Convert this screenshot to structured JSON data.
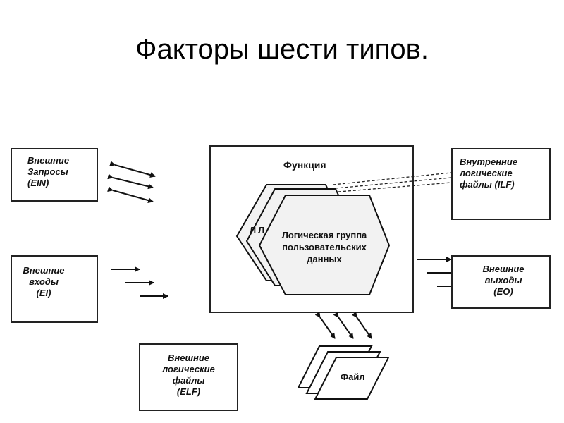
{
  "title": "Факторы шести типов.",
  "diagram": {
    "external_inquiries": "Внешние\nЗапросы\n(EIN)",
    "external_inputs": "Внешние\nвходы\n(EI)",
    "internal_logical_files": "Внутренние\nлогические\nфайлы (ILF)",
    "external_outputs": "Внешние\nвыходы\n(EO)",
    "external_logical_files": "Внешние\nлогические\nфайлы\n(ELF)",
    "function_label": "Функция",
    "user_data_group": "Логическая группа\nпользовательских\nданных",
    "file_label": "Файл"
  }
}
